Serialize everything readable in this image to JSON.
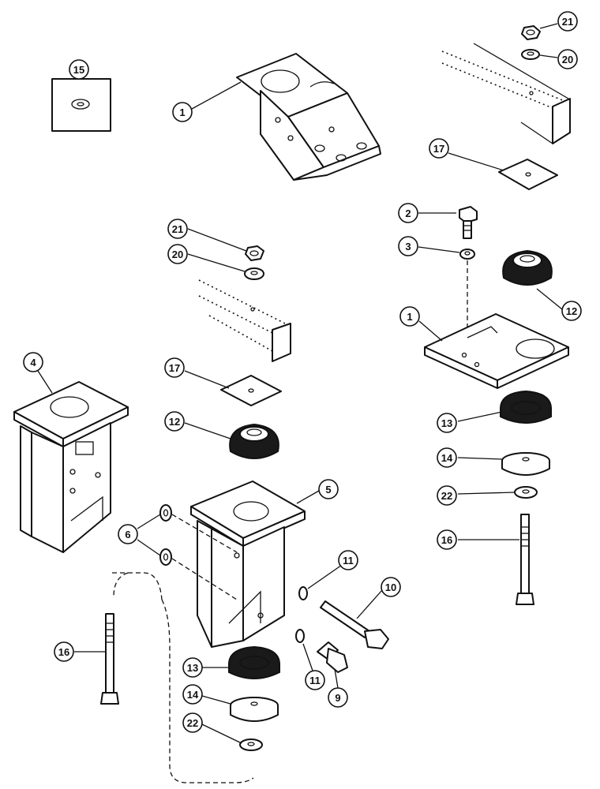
{
  "callouts": [
    {
      "id": "c15",
      "label": "15"
    },
    {
      "id": "c1a",
      "label": "1"
    },
    {
      "id": "c21a",
      "label": "21"
    },
    {
      "id": "c20a",
      "label": "20"
    },
    {
      "id": "c17a",
      "label": "17"
    },
    {
      "id": "c2",
      "label": "2"
    },
    {
      "id": "c3",
      "label": "3"
    },
    {
      "id": "c12a",
      "label": "12"
    },
    {
      "id": "c1b",
      "label": "1"
    },
    {
      "id": "c21b",
      "label": "21"
    },
    {
      "id": "c20b",
      "label": "20"
    },
    {
      "id": "c17b",
      "label": "17"
    },
    {
      "id": "c12b",
      "label": "12"
    },
    {
      "id": "c4",
      "label": "4"
    },
    {
      "id": "c13a",
      "label": "13"
    },
    {
      "id": "c14a",
      "label": "14"
    },
    {
      "id": "c22a",
      "label": "22"
    },
    {
      "id": "c16a",
      "label": "16"
    },
    {
      "id": "c5",
      "label": "5"
    },
    {
      "id": "c6",
      "label": "6"
    },
    {
      "id": "c11a",
      "label": "11"
    },
    {
      "id": "c10",
      "label": "10"
    },
    {
      "id": "c11b",
      "label": "11"
    },
    {
      "id": "c9",
      "label": "9"
    },
    {
      "id": "c16b",
      "label": "16"
    },
    {
      "id": "c13b",
      "label": "13"
    },
    {
      "id": "c14b",
      "label": "14"
    },
    {
      "id": "c22b",
      "label": "22"
    }
  ]
}
